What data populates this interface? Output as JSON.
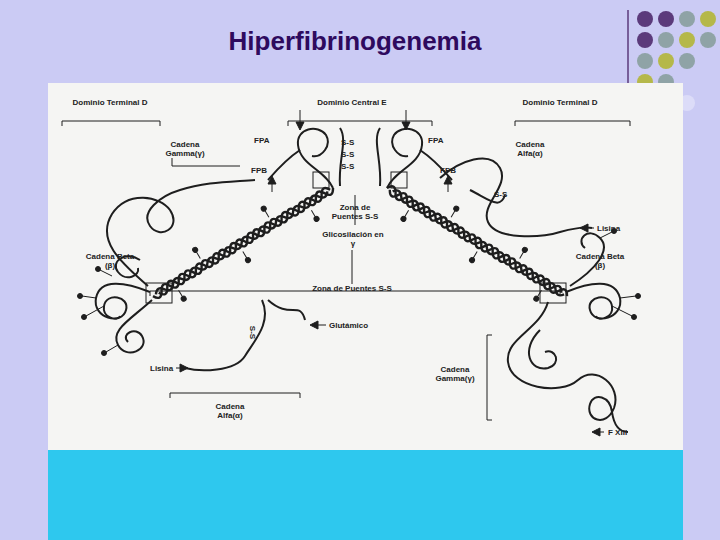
{
  "diagram": {
    "title": "Hiperfibrinogenemia",
    "labels": [
      "Dominio Terminal D",
      "Dominio Central E",
      "Dominio Terminal D",
      "Cadena Gamma(γ)",
      "FPA",
      "FPA",
      "S-S",
      "S-S",
      "S-S",
      "Cadena Alfa(α)",
      "FPB",
      "FPB",
      "S-S",
      "Zona de Puentes S-S",
      "Lisina",
      "Glicosilación en γ",
      "Cadena Beta (β)",
      "Cadena Beta (β)",
      "Zona de Puentes S-S",
      "S-S",
      "Glutámico",
      "Lisina",
      "Cadena Gamma(γ)",
      "Cadena Alfa(α)",
      "F XIII"
    ]
  }
}
